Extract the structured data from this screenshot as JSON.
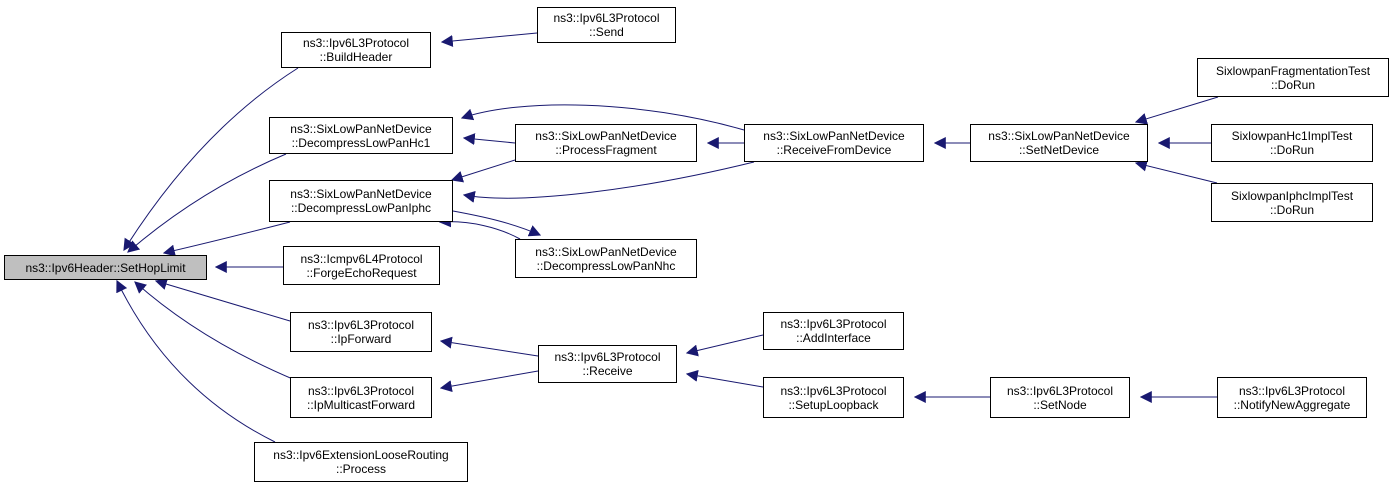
{
  "graph": {
    "edge_color": "#191970",
    "root_fill": "#bfbfbf",
    "nodes": {
      "root": {
        "line1": "ns3::Ipv6Header::SetHopLimit",
        "line2": ""
      },
      "buildHeader": {
        "line1": "ns3::Ipv6L3Protocol",
        "line2": "::BuildHeader"
      },
      "send": {
        "line1": "ns3::Ipv6L3Protocol",
        "line2": "::Send"
      },
      "decompHc1": {
        "line1": "ns3::SixLowPanNetDevice",
        "line2": "::DecompressLowPanHc1"
      },
      "processFragment": {
        "line1": "ns3::SixLowPanNetDevice",
        "line2": "::ProcessFragment"
      },
      "receiveFromDevice": {
        "line1": "ns3::SixLowPanNetDevice",
        "line2": "::ReceiveFromDevice"
      },
      "setNetDevice": {
        "line1": "ns3::SixLowPanNetDevice",
        "line2": "::SetNetDevice"
      },
      "fragTest": {
        "line1": "SixlowpanFragmentationTest",
        "line2": "::DoRun"
      },
      "hc1Test": {
        "line1": "SixlowpanHc1ImplTest",
        "line2": "::DoRun"
      },
      "iphcTest": {
        "line1": "SixlowpanIphcImplTest",
        "line2": "::DoRun"
      },
      "decompIphc": {
        "line1": "ns3::SixLowPanNetDevice",
        "line2": "::DecompressLowPanIphc"
      },
      "decompNhc": {
        "line1": "ns3::SixLowPanNetDevice",
        "line2": "::DecompressLowPanNhc"
      },
      "forgeEcho": {
        "line1": "ns3::Icmpv6L4Protocol",
        "line2": "::ForgeEchoRequest"
      },
      "ipForward": {
        "line1": "ns3::Ipv6L3Protocol",
        "line2": "::IpForward"
      },
      "receive": {
        "line1": "ns3::Ipv6L3Protocol",
        "line2": "::Receive"
      },
      "addInterface": {
        "line1": "ns3::Ipv6L3Protocol",
        "line2": "::AddInterface"
      },
      "setupLoopback": {
        "line1": "ns3::Ipv6L3Protocol",
        "line2": "::SetupLoopback"
      },
      "setNode": {
        "line1": "ns3::Ipv6L3Protocol",
        "line2": "::SetNode"
      },
      "notifyAgg": {
        "line1": "ns3::Ipv6L3Protocol",
        "line2": "::NotifyNewAggregate"
      },
      "ipMulticast": {
        "line1": "ns3::Ipv6L3Protocol",
        "line2": "::IpMulticastForward"
      },
      "looseRouting": {
        "line1": "ns3::Ipv6ExtensionLooseRouting",
        "line2": "::Process"
      }
    }
  }
}
